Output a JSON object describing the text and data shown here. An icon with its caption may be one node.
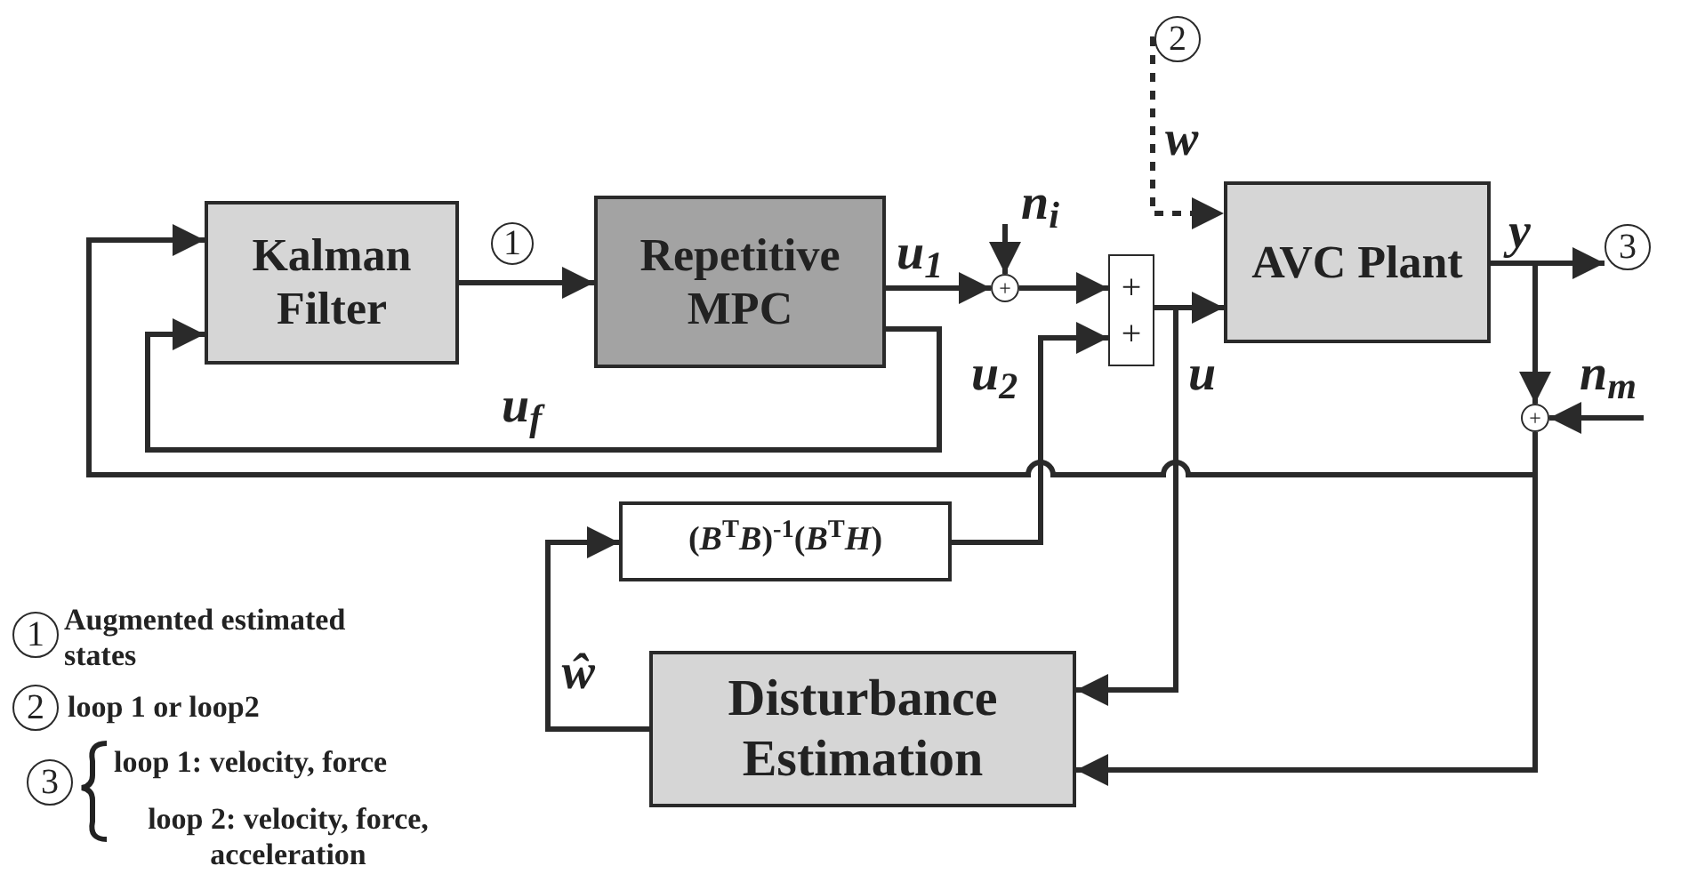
{
  "diagram": {
    "nodes": [
      {
        "text": [
          "Kalman Filter"
        ]
      },
      {
        "text": [
          "Repetitive MPC"
        ]
      },
      {
        "text": [
          "+"
        ]
      },
      {
        "text": [
          "+",
          "+"
        ]
      },
      {
        "text": [
          "AVC Plant"
        ]
      },
      {
        "text": [
          "+"
        ]
      },
      {
        "text": [
          "(*B*$^{T}$*B*)$^{-1}$(*B*$^{T}$*H*)"
        ]
      },
      {
        "text": [
          "Disturbance Estimation"
        ]
      },
      {
        "text": [
          "1"
        ]
      },
      {
        "text": [
          "2"
        ]
      },
      {
        "text": [
          "3"
        ]
      },
      {
        "text": [
          "1"
        ],
        "beside": [
          "Augmented estimated states"
        ]
      },
      {
        "text": [
          "2"
        ],
        "beside": [
          "loop 1 or loop2"
        ]
      },
      {
        "text": [
          "3"
        ],
        "beside": [
          "loop 1: velocity, force",
          "loop 2: velocity, force, acceleration"
        ]
      }
    ],
    "edges": [
      {
        "from": 0,
        "to": 1,
        "arrow": "to"
      },
      {
        "from": 1,
        "to": 2,
        "arrow": "to",
        "label": "u$_{1}$"
      },
      {
        "from": null,
        "to": 2,
        "arrow": "to",
        "label": "n$_{i}$"
      },
      {
        "from": 2,
        "to": 3,
        "arrow": "to"
      },
      {
        "from": 6,
        "to": 3,
        "arrow": "to",
        "label": "u$_{2}$"
      },
      {
        "from": 3,
        "to": 4,
        "arrow": "to",
        "label": "u"
      },
      {
        "from": 3,
        "to": 7,
        "arrow": "to"
      },
      {
        "from": 4,
        "to": 10,
        "arrow": "to",
        "label": "y"
      },
      {
        "from": 4,
        "to": 5,
        "arrow": "to"
      },
      {
        "from": null,
        "to": 5,
        "arrow": "to",
        "label": "n$_{m}$"
      },
      {
        "from": 5,
        "to": 0,
        "arrow": "to"
      },
      {
        "from": 5,
        "to": 7,
        "arrow": "to"
      },
      {
        "from": 1,
        "to": 0,
        "arrow": "to",
        "label": "u$_{f}$"
      },
      {
        "from": 7,
        "to": 6,
        "arrow": "to",
        "label": "ŵ"
      },
      {
        "from": 9,
        "to": 4,
        "arrow": "to",
        "label": "w",
        "style": "dashed"
      }
    ]
  }
}
